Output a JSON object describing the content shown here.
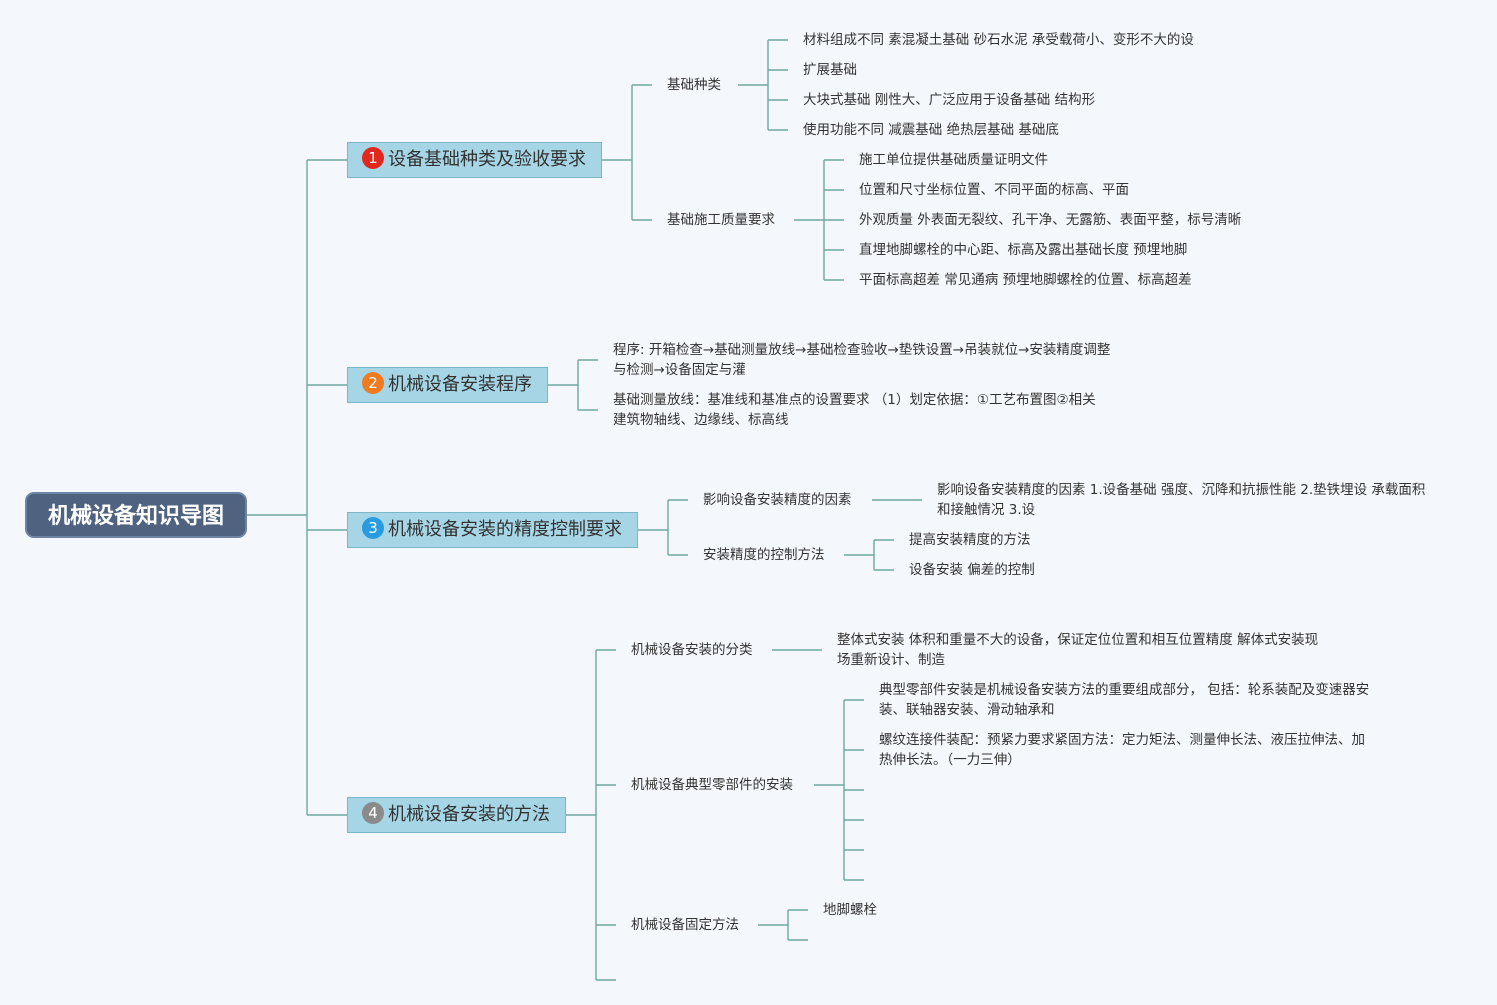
{
  "root": {
    "title": "机械设备知识导图"
  },
  "colors": {
    "root_bg": "#4f6381",
    "topic_bg": "#a6d5e6",
    "line": "#6ea8a0",
    "badge1": "#e0281e",
    "badge2": "#ee7a22",
    "badge3": "#2b9be0",
    "badge4": "#8a8a8a"
  },
  "topics": [
    {
      "number": "1",
      "label": "设备基础种类及验收要求",
      "children": [
        {
          "label": "基础种类",
          "items": [
            "材料组成不同 素混凝土基础 砂石水泥 承受载荷小、变形不大的设",
            "扩展基础",
            "大块式基础 刚性大、广泛应用于设备基础 结构形",
            "使用功能不同 减震基础 绝热层基础 基础底"
          ]
        },
        {
          "label": "基础施工质量要求",
          "items": [
            "施工单位提供基础质量证明文件",
            "位置和尺寸坐标位置、不同平面的标高、平面",
            "外观质量 外表面无裂纹、孔干净、无露筋、表面平整，标号清晰",
            "直埋地脚螺栓的中心距、标高及露出基础长度 预埋地脚",
            "平面标高超差 常见通病 预埋地脚螺栓的位置、标高超差"
          ]
        }
      ]
    },
    {
      "number": "2",
      "label": "机械设备安装程序",
      "notes": [
        "程序: 开箱检查→基础测量放线→基础检查验收→垫铁设置→吊装就位→安装精度调整与检测→设备固定与灌",
        "基础测量放线：基准线和基准点的设置要求 （1）划定依据：①工艺布置图②相关建筑物轴线、边缘线、标高线"
      ]
    },
    {
      "number": "3",
      "label": "机械设备安装的精度控制要求",
      "children": [
        {
          "label": "影响设备安装精度的因素",
          "detail": "影响设备安装精度的因素 1.设备基础 强度、沉降和抗振性能 2.垫铁埋设 承载面积和接触情况 3.设"
        },
        {
          "label": "安装精度的控制方法",
          "items": [
            "提高安装精度的方法",
            "设备安装 偏差的控制"
          ]
        }
      ]
    },
    {
      "number": "4",
      "label": "机械设备安装的方法",
      "children": [
        {
          "label": "机械设备安装的分类",
          "detail": "整体式安装 体积和重量不大的设备，保证定位位置和相互位置精度 解体式安装现场重新设计、制造"
        },
        {
          "label": "机械设备典型零部件的安装",
          "items": [
            "典型零部件安装是机械设备安装方法的重要组成部分， 包括：轮系装配及变速器安装、联轴器安装、滑动轴承和",
            "螺纹连接件装配：预紧力要求紧固方法：定力矩法、测量伸长法、液压拉伸法、加热伸长法。（一力三伸）"
          ]
        },
        {
          "label": "机械设备固定方法",
          "items": [
            "地脚螺栓"
          ]
        }
      ]
    }
  ]
}
